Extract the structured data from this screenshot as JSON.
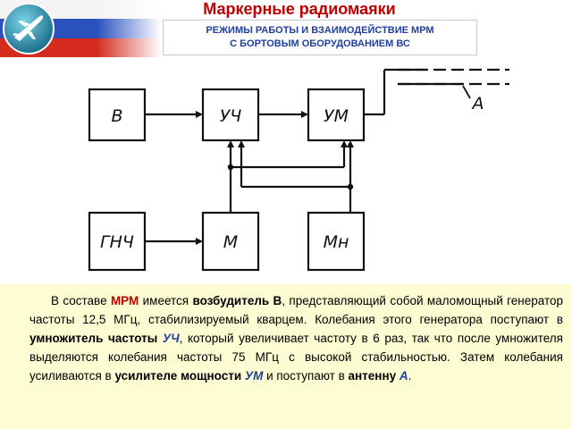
{
  "header": {
    "title": "Маркерные радиомаяки",
    "subtitle_line1": "РЕЖИМЫ РАБОТЫ И ВЗАИМОДЕЙСТВИЕ МРМ",
    "subtitle_line2": "С БОРТОВЫМ ОБОРУДОВАНИЕМ ВС"
  },
  "diagram": {
    "blocks": {
      "b": "В",
      "uch": "УЧ",
      "um": "УМ",
      "gnch": "ГНЧ",
      "m": "М",
      "mn": "Мн"
    },
    "antenna_label": "А"
  },
  "text": {
    "s1": "В составе ",
    "mrm": "МРМ",
    "s2": " имеется ",
    "exciter": "возбудитель В",
    "s3": ", представляющий собой маломощный генератор частоты 12,5 МГц, стабилизируемый кварцем. Колебания этого генератора поступают в ",
    "multiplier": "умножитель частоты",
    "s4": " ",
    "uch": "УЧ",
    "s5": ", который увеличивает частоту в 6 раз, так что после умножителя выделяются колебания частоты 75 МГц с высокой стабильностью. Затем колебания усиливаются в ",
    "amplifier": "усилителе мощности",
    "s6": " ",
    "um": "УМ",
    "s7": " и поступают в ",
    "antenna": "антенну",
    "s8": " ",
    "a": "А",
    "s9": "."
  },
  "colors": {
    "title_red": "#c00000",
    "subtitle_blue": "#1f3fa0",
    "panel_yellow": "#fdfcd2"
  }
}
